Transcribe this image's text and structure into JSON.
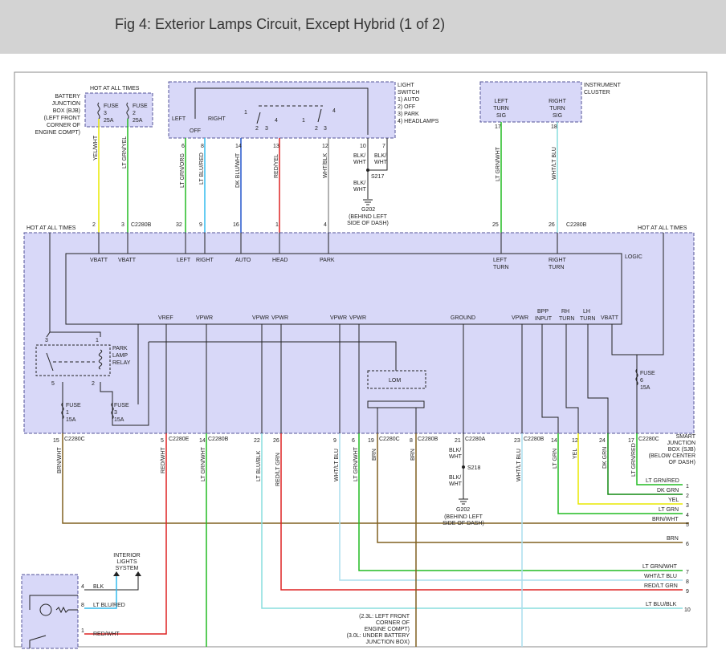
{
  "header": {
    "title": "Fig 4: Exterior Lamps Circuit, Except Hybrid (1 of 2)"
  },
  "colors": {
    "header_bg": "#d3d3d3",
    "module_fill": "#d8d8f8",
    "dash_border": "#555599",
    "wire_yellow": "#e8e800",
    "wire_green": "#22bb22",
    "wire_cyan": "#33bbee",
    "wire_blue": "#2255cc",
    "wire_red": "#dd2222",
    "wire_brown": "#806020",
    "wire_aqua": "#88dddd",
    "wire_lightblue": "#aaddee"
  },
  "bjb": {
    "label": "BATTERY JUNCTION BOX (BJB) (LEFT FRONT CORNER OF ENGINE COMPT)",
    "hot": "HOT AT ALL TIMES",
    "fuses": [
      {
        "label": "FUSE",
        "num": "3",
        "amp": "25A"
      },
      {
        "label": "FUSE",
        "num": "2",
        "amp": "25A"
      }
    ]
  },
  "light_switch": {
    "title": "LIGHT SWITCH",
    "positions": [
      "1) AUTO",
      "2) OFF",
      "3) PARK",
      "4) HEADLAMPS"
    ],
    "labels": {
      "left": "LEFT",
      "off": "OFF",
      "right": "RIGHT"
    }
  },
  "cluster": {
    "title": "INSTRUMENT CLUSTER",
    "left": "LEFT TURN SIG",
    "right": "RIGHT TURN SIG"
  },
  "top_wires": [
    {
      "pin": "2",
      "color": "YEL/WHT",
      "conn_pin": "2"
    },
    {
      "pin": "3",
      "color": "LT GRN/YEL",
      "conn_pin": "3"
    },
    {
      "pin": "6",
      "color": "LT GRN/ORG",
      "conn_pin": "32"
    },
    {
      "pin": "8",
      "color": "LT BLU/RED",
      "conn_pin": "9"
    },
    {
      "pin": "14",
      "color": "DK BLU/WHT",
      "conn_pin": "16"
    },
    {
      "pin": "13",
      "color": "RED/YEL",
      "conn_pin": "1"
    },
    {
      "pin": "12",
      "color": "WHT/BLK",
      "conn_pin": "4"
    },
    {
      "pin": "10",
      "color": "BLK/WHT"
    },
    {
      "pin": "7",
      "color": "BLK/WHT"
    },
    {
      "pin": "17",
      "color": "LT GRN/WHT",
      "conn_pin": "25"
    },
    {
      "pin": "18",
      "color": "WHT/LT BLU",
      "conn_pin": "26"
    }
  ],
  "splice_s217": {
    "wire": "BLK/WHT",
    "name": "S217",
    "ground": "G202",
    "note": "(BEHIND LEFT SIDE OF DASH)"
  },
  "connectors": {
    "c2280b": "C2280B",
    "c2280e": "C2280E",
    "c2280c": "C2280C",
    "c2280a": "C2280A"
  },
  "sjb": {
    "hot_left": "HOT AT ALL TIMES",
    "hot_right": "HOT AT ALL TIMES",
    "logic": "LOGIC",
    "inputs": [
      "VBATT",
      "VBATT",
      "LEFT",
      "RIGHT",
      "AUTO",
      "HEAD",
      "PARK",
      "LEFT TURN",
      "RIGHT TURN"
    ],
    "outputs": [
      "VREF",
      "VPWR",
      "VPWR",
      "VPWR",
      "VPWR",
      "VPWR",
      "GROUND",
      "VPWR",
      "BPP INPUT",
      "RH TURN",
      "LH TURN",
      "VBATT"
    ],
    "relay": "PARK LAMP RELAY",
    "lom": "LOM",
    "fuse_1": {
      "label": "FUSE",
      "num": "1",
      "amp": "15A"
    },
    "fuse_3": {
      "label": "FUSE",
      "num": "3",
      "amp": "15A"
    },
    "fuse_6": {
      "label": "FUSE",
      "num": "6",
      "amp": "15A"
    },
    "title": "SMART JUNCTION BOX (SJB) (BELOW CENTER OF DASH)",
    "relay_pins": [
      "3",
      "1",
      "5",
      "2"
    ]
  },
  "bottom_wires": [
    {
      "pin": "15",
      "conn": "C2280C",
      "color": "BRN/WHT"
    },
    {
      "pin": "5",
      "conn": "C2280E",
      "color": "RED/WHT"
    },
    {
      "pin": "14",
      "conn": "C2280B",
      "color": "LT GRN/WHT"
    },
    {
      "pin": "22",
      "color": "LT BLU/BLK"
    },
    {
      "pin": "26",
      "color": "RED/LT GRN"
    },
    {
      "pin": "9",
      "color": "WHT/LT BLU"
    },
    {
      "pin": "6",
      "color": "LT GRN/WHT"
    },
    {
      "pin": "19",
      "conn": "C2280C",
      "color": "BRN"
    },
    {
      "pin": "8",
      "conn": "C2280B",
      "color": "BRN"
    },
    {
      "pin": "21",
      "conn": "C2280A",
      "color": "BLK/WHT"
    },
    {
      "pin": "23",
      "conn": "C2280B",
      "color": "WHT/LT BLU"
    },
    {
      "pin": "14",
      "color": "LT GRN"
    },
    {
      "pin": "12",
      "color": "YEL"
    },
    {
      "pin": "24",
      "color": "DK GRN"
    },
    {
      "pin": "17",
      "conn": "C2280C",
      "color": "LT GRN/RED"
    }
  ],
  "splice_s218": {
    "wire": "BLK/WHT",
    "name": "S218",
    "ground": "G202",
    "note": "(BEHIND LEFT SIDE OF DASH)"
  },
  "right_labels": [
    {
      "text": "LT GRN/RED",
      "num": "1"
    },
    {
      "text": "DK GRN",
      "num": "2"
    },
    {
      "text": "YEL",
      "num": "3"
    },
    {
      "text": "LT GRN",
      "num": "4"
    },
    {
      "text": "BRN/WHT",
      "num": "5"
    },
    {
      "text": "BRN",
      "num": "6"
    },
    {
      "text": "LT GRN/WHT",
      "num": "7"
    },
    {
      "text": "WHT/LT BLU",
      "num": "8"
    },
    {
      "text": "RED/LT GRN",
      "num": "9"
    },
    {
      "text": "LT BLU/BLK",
      "num": "10"
    }
  ],
  "bottom_left": {
    "interior": "INTERIOR LIGHTS SYSTEM",
    "wires": [
      {
        "pin": "4",
        "color": "BLK"
      },
      {
        "pin": "8",
        "color": "LT BLU/RED"
      },
      {
        "pin": "1",
        "color": "RED/WHT"
      }
    ]
  },
  "bottom_note": "(2.3L: LEFT FRONT CORNER OF ENGINE COMPT) (3.0L: UNDER BATTERY JUNCTION BOX)"
}
